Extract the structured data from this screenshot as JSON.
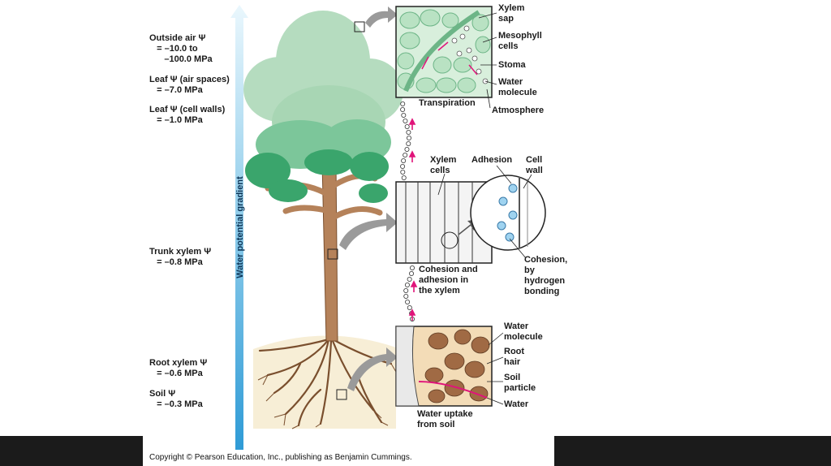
{
  "gradient_label": "Water potential gradient",
  "left_labels": {
    "outside_air": "Outside air Ψ\n   = –10.0 to\n      –100.0 MPa",
    "leaf_air_spaces": "Leaf Ψ (air spaces)\n   = –7.0 MPa",
    "leaf_cell_walls": "Leaf Ψ (cell walls)\n   = –1.0 MPa",
    "trunk_xylem": "Trunk xylem Ψ\n   = –0.8 MPa",
    "root_xylem": "Root xylem Ψ\n   = –0.6 MPa",
    "soil": "Soil Ψ\n   = –0.3 MPa"
  },
  "leaf_panel": {
    "xylem_sap": "Xylem\nsap",
    "mesophyll_cells": "Mesophyll\ncells",
    "stoma": "Stoma",
    "water_molecule": "Water\nmolecule",
    "transpiration": "Transpiration",
    "atmosphere": "Atmosphere"
  },
  "xylem_panel": {
    "xylem_cells": "Xylem\ncells",
    "adhesion": "Adhesion",
    "cell_wall": "Cell\nwall",
    "caption": "Cohesion and\nadhesion in\nthe xylem",
    "cohesion": "Cohesion,\nby\nhydrogen\nbonding"
  },
  "soil_panel": {
    "water_molecule": "Water\nmolecule",
    "root_hair": "Root\nhair",
    "soil_particle": "Soil\nparticle",
    "water": "Water",
    "caption": "Water uptake\nfrom soil"
  },
  "copyright": "Copyright © Pearson Education, Inc., publishing as Benjamin Cummings.",
  "colors": {
    "gradient_top": "#e9f6fc",
    "gradient_bottom": "#2f9bd6",
    "foliage_light": "#b5dcbf",
    "foliage_mid": "#7cc69a",
    "foliage_dark": "#3aa56c",
    "trunk": "#b5825a",
    "soil": "#f7eed6",
    "arrow_grey": "#9a9a9a",
    "water_arrow": "#e0157a"
  }
}
